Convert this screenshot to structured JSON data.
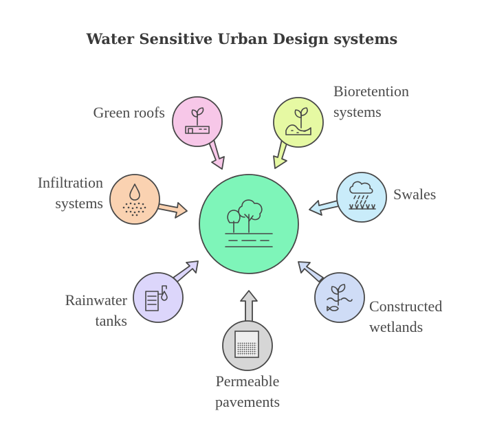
{
  "title": "Water Sensitive Urban Design systems",
  "center": {
    "icon": "trees-landscape-icon",
    "color": "#7ef5b9"
  },
  "nodes": [
    {
      "id": "green-roofs",
      "lines": [
        "Green roofs"
      ],
      "icon": "sprout-building-icon",
      "color": "#f7c7e8"
    },
    {
      "id": "bioretention",
      "lines": [
        "Bioretention",
        "systems"
      ],
      "icon": "plant-soil-icon",
      "color": "#e6f9a3"
    },
    {
      "id": "infiltration",
      "lines": [
        "Infiltration",
        "systems"
      ],
      "icon": "droplet-dots-icon",
      "color": "#fad2b1"
    },
    {
      "id": "swales",
      "lines": [
        "Swales"
      ],
      "icon": "rain-cloud-grass-icon",
      "color": "#c9ecfa"
    },
    {
      "id": "rainwater-tanks",
      "lines": [
        "Rainwater",
        "tanks"
      ],
      "icon": "tank-droplet-icon",
      "color": "#dcd6fb"
    },
    {
      "id": "constructed-wetlands",
      "lines": [
        "Constructed",
        "wetlands"
      ],
      "icon": "plant-fish-icon",
      "color": "#cfdcf6"
    },
    {
      "id": "permeable-pavements",
      "lines": [
        "Permeable",
        "pavements"
      ],
      "icon": "permeable-layer-icon",
      "color": "#d6d6d6"
    }
  ]
}
